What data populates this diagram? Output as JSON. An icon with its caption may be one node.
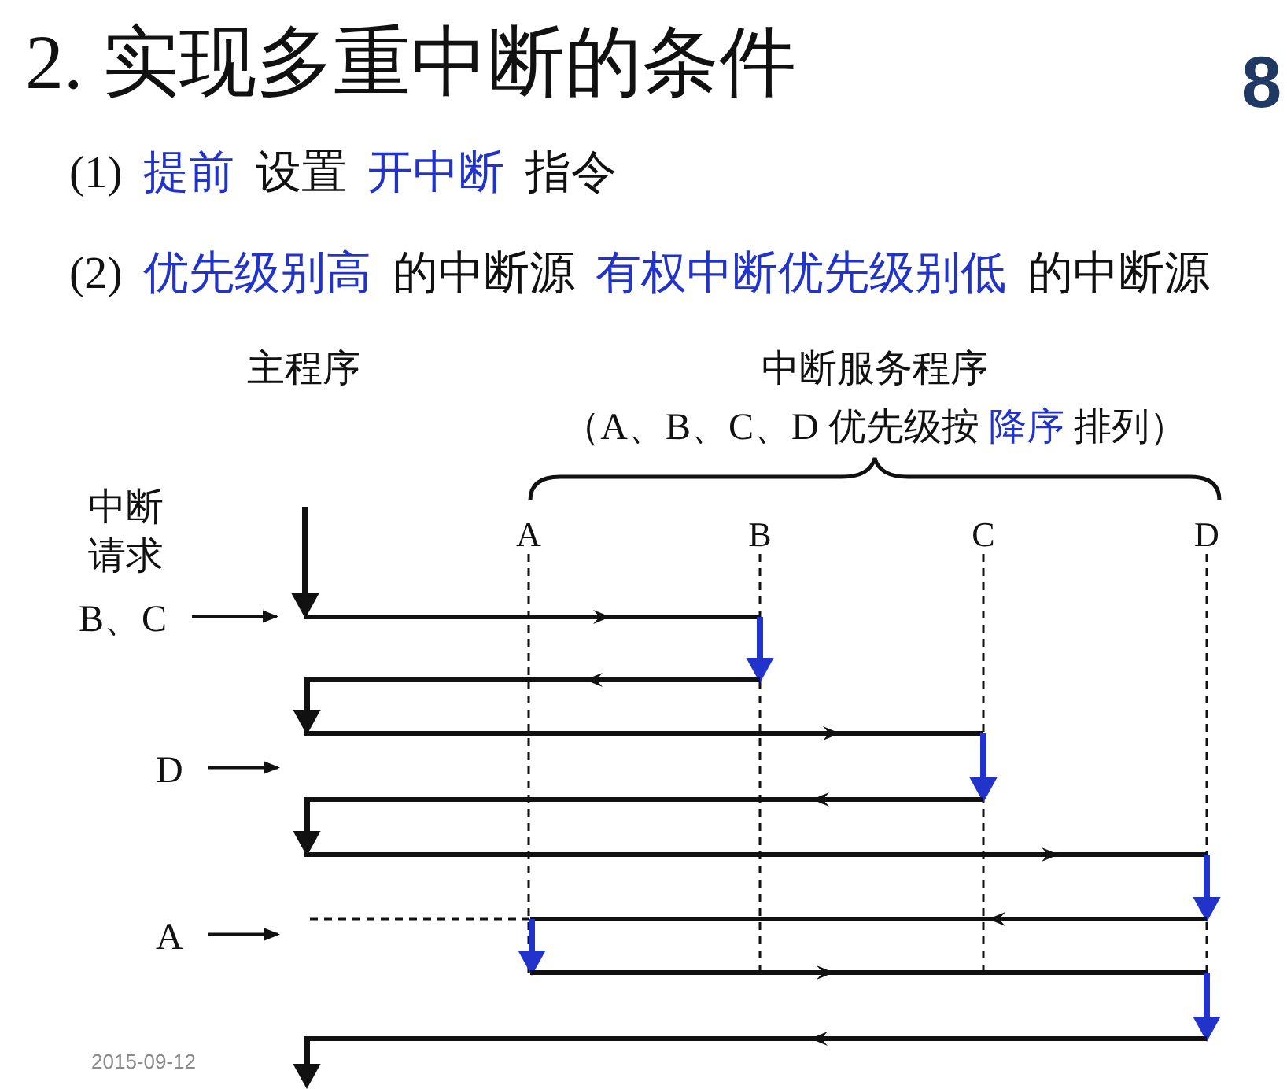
{
  "diagram": {
    "title": "2. 实现多重中断的条件",
    "nodes": [
      {
        "text": [
          "B、C"
        ]
      },
      {
        "text": [
          "D"
        ]
      },
      {
        "text": [
          "A"
        ]
      }
    ],
    "edges": [
      {
        "from": 0,
        "to": null,
        "arrow": "to"
      },
      {
        "from": 1,
        "to": null,
        "arrow": "to"
      },
      {
        "from": 2,
        "to": null,
        "arrow": "to"
      }
    ],
    "labels": [
      "8",
      "(1) 提前 设置 开中断 指令",
      "(2) 优先级别高 的中断源 有权中断优先级别低 的中断源",
      "主程序",
      "中断服务程序",
      "（A、B、C、D 优先级按 降序 排列）",
      "中断请求",
      "A",
      "B",
      "C",
      "D",
      "2015-09-12"
    ]
  }
}
